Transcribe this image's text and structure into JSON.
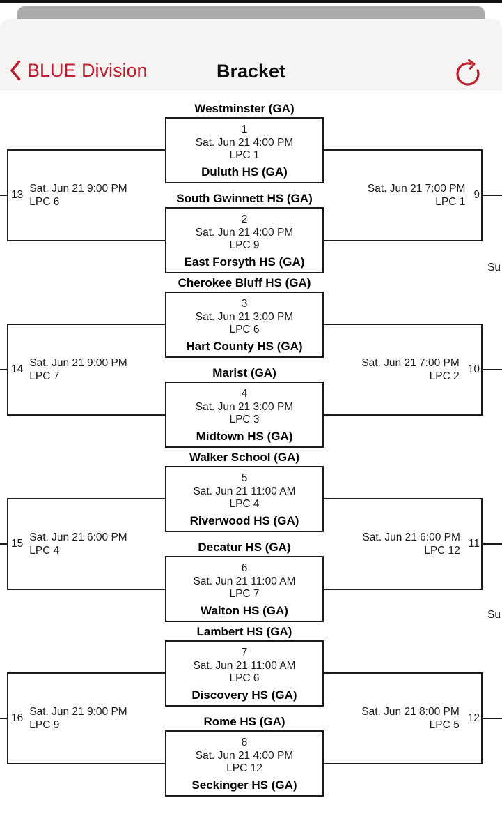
{
  "nav": {
    "back_label": "BLUE Division",
    "title": "Bracket"
  },
  "colors": {
    "accent_red": "#bf1e2e",
    "nav_background": "#f5f4f2",
    "line_color": "#1b1b1b",
    "backdrop_gray": "#ababab"
  },
  "bracket": {
    "pairs": [
      {
        "top_game": {
          "number": "1",
          "top_team": "Westminster (GA)",
          "datetime": "Sat. Jun 21 4:00 PM",
          "court": "LPC 1",
          "bottom_team": "Duluth HS (GA)"
        },
        "bottom_game": {
          "number": "2",
          "top_team": "South Gwinnett HS (GA)",
          "datetime": "Sat. Jun 21 4:00 PM",
          "court": "LPC 9",
          "bottom_team": "East Forsyth HS (GA)"
        },
        "left_game": {
          "number": "13",
          "datetime": "Sat. Jun 21 9:00 PM",
          "court": "LPC 6"
        },
        "right_game": {
          "number": "9",
          "datetime": "Sat. Jun 21 7:00 PM",
          "court": "LPC 1"
        }
      },
      {
        "top_game": {
          "number": "3",
          "top_team": "Cherokee Bluff HS (GA)",
          "datetime": "Sat. Jun 21 3:00 PM",
          "court": "LPC 6",
          "bottom_team": "Hart County HS (GA)"
        },
        "bottom_game": {
          "number": "4",
          "top_team": "Marist (GA)",
          "datetime": "Sat. Jun 21 3:00 PM",
          "court": "LPC 3",
          "bottom_team": "Midtown HS (GA)"
        },
        "left_game": {
          "number": "14",
          "datetime": "Sat. Jun 21 9:00 PM",
          "court": "LPC 7"
        },
        "right_game": {
          "number": "10",
          "datetime": "Sat. Jun 21 7:00 PM",
          "court": "LPC 2"
        }
      },
      {
        "top_game": {
          "number": "5",
          "top_team": "Walker School (GA)",
          "datetime": "Sat. Jun 21 11:00 AM",
          "court": "LPC 4",
          "bottom_team": "Riverwood HS (GA)"
        },
        "bottom_game": {
          "number": "6",
          "top_team": "Decatur HS (GA)",
          "datetime": "Sat. Jun 21 11:00 AM",
          "court": "LPC 7",
          "bottom_team": "Walton HS (GA)"
        },
        "left_game": {
          "number": "15",
          "datetime": "Sat. Jun 21 6:00 PM",
          "court": "LPC 4"
        },
        "right_game": {
          "number": "11",
          "datetime": "Sat. Jun 21 6:00 PM",
          "court": "LPC 12"
        }
      },
      {
        "top_game": {
          "number": "7",
          "top_team": "Lambert HS (GA)",
          "datetime": "Sat. Jun 21 11:00 AM",
          "court": "LPC 6",
          "bottom_team": "Discovery HS (GA)"
        },
        "bottom_game": {
          "number": "8",
          "top_team": "Rome HS (GA)",
          "datetime": "Sat. Jun 21 4:00 PM",
          "court": "LPC 12",
          "bottom_team": "Seckinger HS (GA)"
        },
        "left_game": {
          "number": "16",
          "datetime": "Sat. Jun 21 9:00 PM",
          "court": "LPC 9"
        },
        "right_game": {
          "number": "12",
          "datetime": "Sat. Jun 21 8:00 PM",
          "court": "LPC 5"
        }
      }
    ],
    "edge_fragments": [
      {
        "text": "Su"
      },
      {
        "text": "Su"
      }
    ]
  }
}
